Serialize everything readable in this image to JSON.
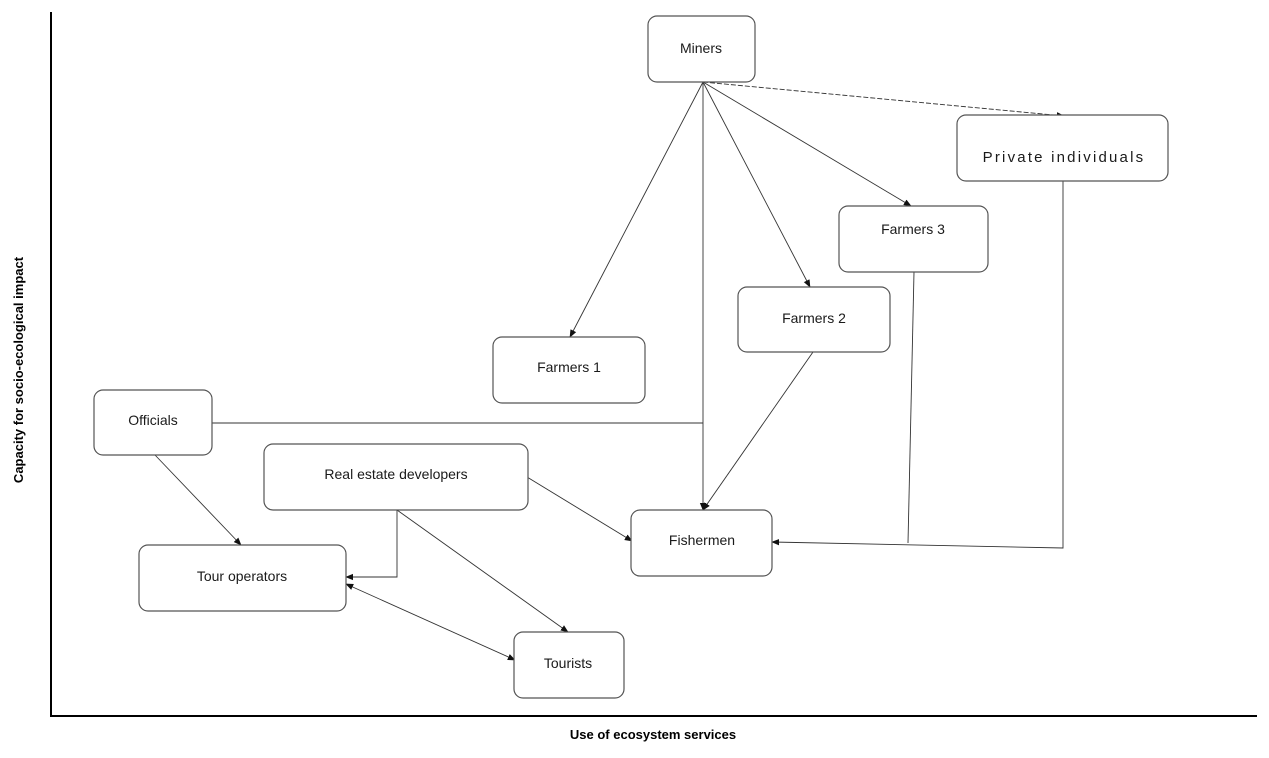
{
  "axes": {
    "x_label": "Use of ecosystem services",
    "y_label": "Capacity for socio-ecological impact"
  },
  "nodes": {
    "miners": "Miners",
    "private_individuals": "Private individuals",
    "farmers_3": "Farmers 3",
    "farmers_2": "Farmers 2",
    "farmers_1": "Farmers 1",
    "officials": "Officials",
    "real_estate_developers": "Real estate developers",
    "fishermen": "Fishermen",
    "tour_operators": "Tour operators",
    "tourists": "Tourists"
  }
}
